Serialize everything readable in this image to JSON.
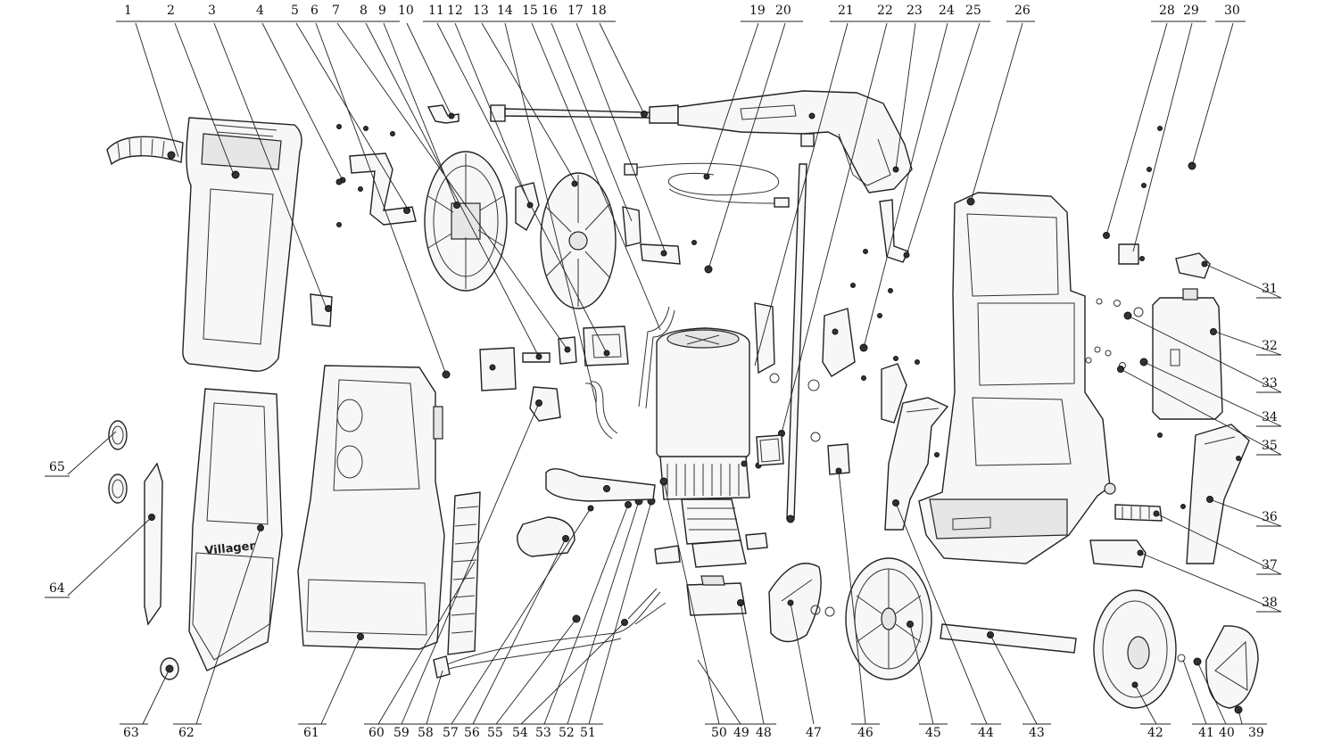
{
  "brand_text": "Villager",
  "labels": {
    "top": [
      "1",
      "2",
      "3",
      "4",
      "5",
      "6",
      "7",
      "8",
      "9",
      "10",
      "11",
      "12",
      "13",
      "14",
      "15",
      "16",
      "17",
      "18",
      "19",
      "20",
      "21",
      "22",
      "23",
      "24",
      "25",
      "26",
      "28",
      "29",
      "30"
    ],
    "right": [
      "31",
      "32",
      "33",
      "34",
      "35",
      "36",
      "37",
      "38"
    ],
    "bottom": [
      "39",
      "40",
      "41",
      "42",
      "43",
      "44",
      "45",
      "46",
      "47",
      "48",
      "49",
      "50",
      "51",
      "52",
      "53",
      "54",
      "55",
      "56",
      "57",
      "58",
      "59",
      "60",
      "61",
      "62",
      "63"
    ],
    "left": [
      "64",
      "65"
    ]
  }
}
